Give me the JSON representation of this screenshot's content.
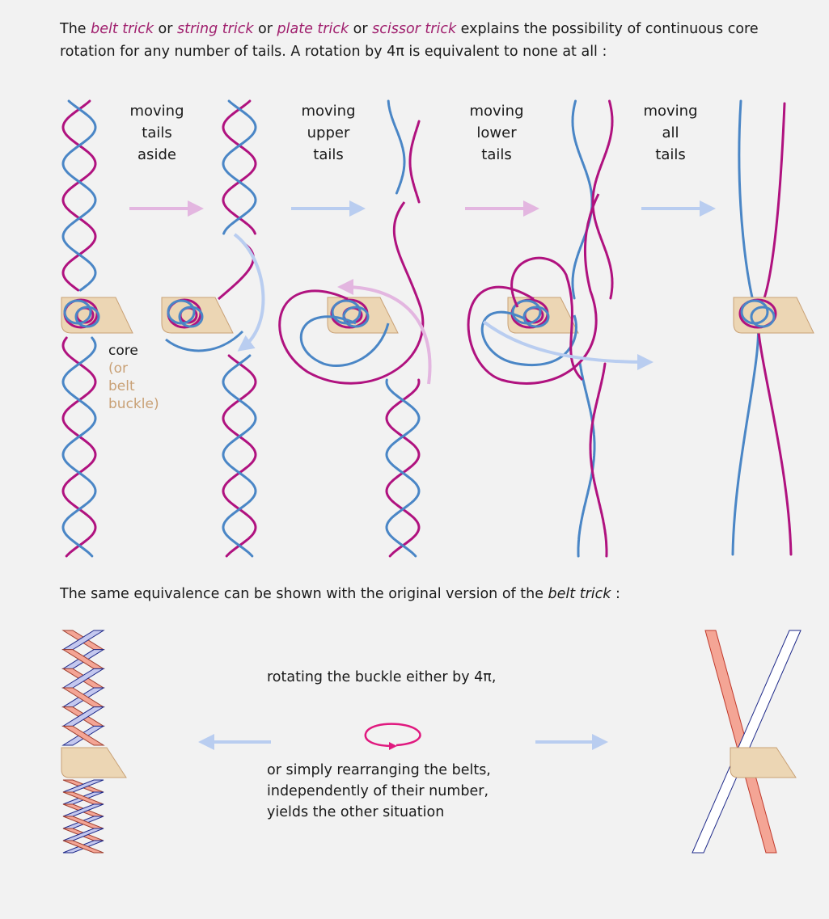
{
  "intro": {
    "prefix": "The ",
    "belt_trick": "belt trick",
    "or1": " or ",
    "string_trick": "string trick",
    "or2": " or ",
    "plate_trick": "plate trick",
    "or3": " or ",
    "scissor_trick": "scissor trick",
    "suffix": " explains the possibility of continuous core rotation for any number of tails. A rotation by 4π is equivalent to none at all :"
  },
  "steps": [
    {
      "line1": "moving",
      "line2": "tails",
      "line3": "aside"
    },
    {
      "line1": "moving",
      "line2": "upper",
      "line3": "tails"
    },
    {
      "line1": "moving",
      "line2": "lower",
      "line3": "tails"
    },
    {
      "line1": "moving",
      "line2": "all",
      "line3": "tails"
    }
  ],
  "core_label": {
    "core": "core",
    "or": "(or",
    "belt": "belt",
    "buckle": "buckle)"
  },
  "subline": {
    "text": "The same equivalence can be shown with the original version of the ",
    "belt_trick": "belt trick",
    "end": " :"
  },
  "belt_section": {
    "rotating": "rotating the buckle either by 4π,",
    "rearrange1": "or simply rearranging the belts,",
    "rearrange2": "independently of their number,",
    "rearrange3": "yields the other situation"
  },
  "colors": {
    "magenta": "#b0127f",
    "blue": "#4a86c6",
    "buckle": "#ecd6b4",
    "arrow_pink": "#e3b6e0",
    "arrow_blue": "#b9cdf0",
    "belt_salmon": "#f4a595",
    "belt_lavender": "#c4c8ef",
    "rotation_pink": "#e0197f"
  },
  "icons": [
    "arrow-right-icon",
    "arrow-left-icon",
    "rotation-icon",
    "buckle-icon"
  ]
}
